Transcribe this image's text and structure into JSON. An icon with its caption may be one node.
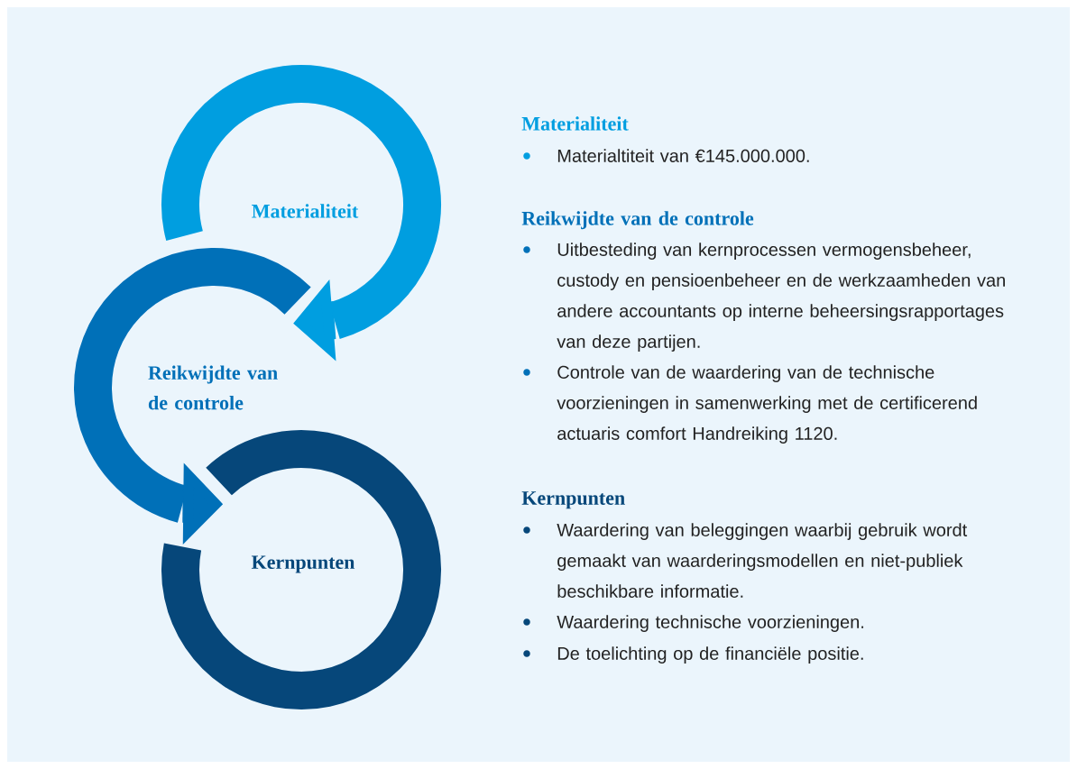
{
  "diagram": {
    "nodes": [
      {
        "text": [
          "Materialiteit"
        ]
      },
      {
        "text": [
          "Reikwijdte van de controle"
        ]
      },
      {
        "text": [
          "Kernpunten"
        ]
      }
    ],
    "edges": [
      {
        "from": 0,
        "to": 1,
        "arrow": "to",
        "color": "#009ee0"
      },
      {
        "from": 1,
        "to": 2,
        "arrow": "to",
        "color": "#0070b8"
      }
    ],
    "labels": [
      "Materialiteit",
      "Materialtiteit van €145.000.000.",
      "Reikwijdte van de controle",
      "Uitbesteding van kernprocessen vermogensbeheer, custody en pensioenbeheer en de werkzaamheden van andere accountants op interne beheersingsrapportages van deze partijen.",
      "Controle van de waardering van de technische voorzieningen in samenwerking met de certificerend actuaris comfort Handreiking 1120.",
      "Kernpunten",
      "Waardering van beleggingen waarbij gebruik wordt gemaakt van waarderingsmodellen en niet-publiek beschikbare informatie.",
      "Waardering technische voorzieningen.",
      "De toelichting op de financiële positie."
    ]
  }
}
